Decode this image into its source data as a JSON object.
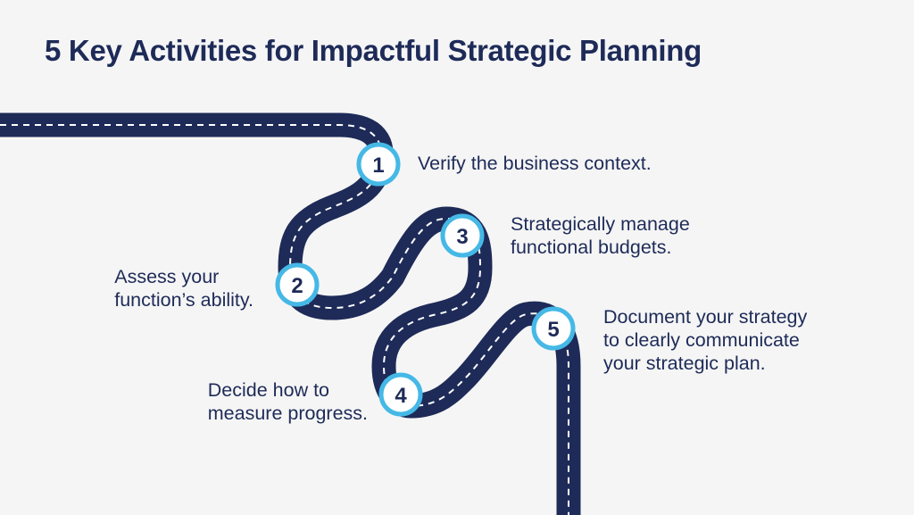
{
  "title": "5 Key Activities for Impactful Strategic Planning",
  "colors": {
    "road": "#1e2b58",
    "dash": "#ffffff",
    "marker_ring": "#45b8e6",
    "marker_fill": "#ffffff",
    "text": "#1e2b58",
    "background": "#f5f5f5"
  },
  "steps": [
    {
      "number": "1",
      "lines": [
        "Verify the business context."
      ]
    },
    {
      "number": "2",
      "lines": [
        "Assess your",
        "function’s ability."
      ]
    },
    {
      "number": "3",
      "lines": [
        "Strategically manage",
        "functional budgets."
      ]
    },
    {
      "number": "4",
      "lines": [
        "Decide how to",
        "measure progress."
      ]
    },
    {
      "number": "5",
      "lines": [
        "Document your strategy",
        "to clearly communicate",
        "your strategic plan."
      ]
    }
  ]
}
